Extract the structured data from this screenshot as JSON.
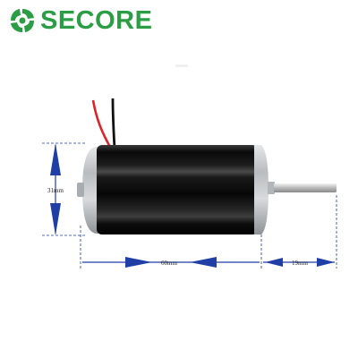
{
  "logo": {
    "text": "SECORE",
    "color": "#2a9d45",
    "icon": "green-swirl-logo-icon"
  },
  "dimensions": {
    "height": "31mm",
    "body_length": "60mm",
    "shaft_length": "19mm"
  },
  "colors": {
    "dimension_line": "#1f3fa6",
    "motor_body": "#0c0c0c",
    "end_cap": "#c9cbcd",
    "wire_red": "#d8262b",
    "wire_black": "#111111"
  }
}
